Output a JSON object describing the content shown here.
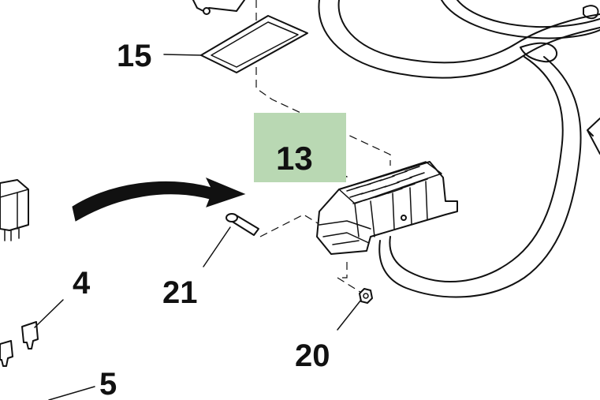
{
  "callouts": {
    "c15": "15",
    "c13": "13",
    "c4": "4",
    "c21": "21",
    "c20": "20",
    "c5": "5"
  },
  "highlight_color": "#b9d8b3",
  "highlight_text_color": "#1f3d1f"
}
